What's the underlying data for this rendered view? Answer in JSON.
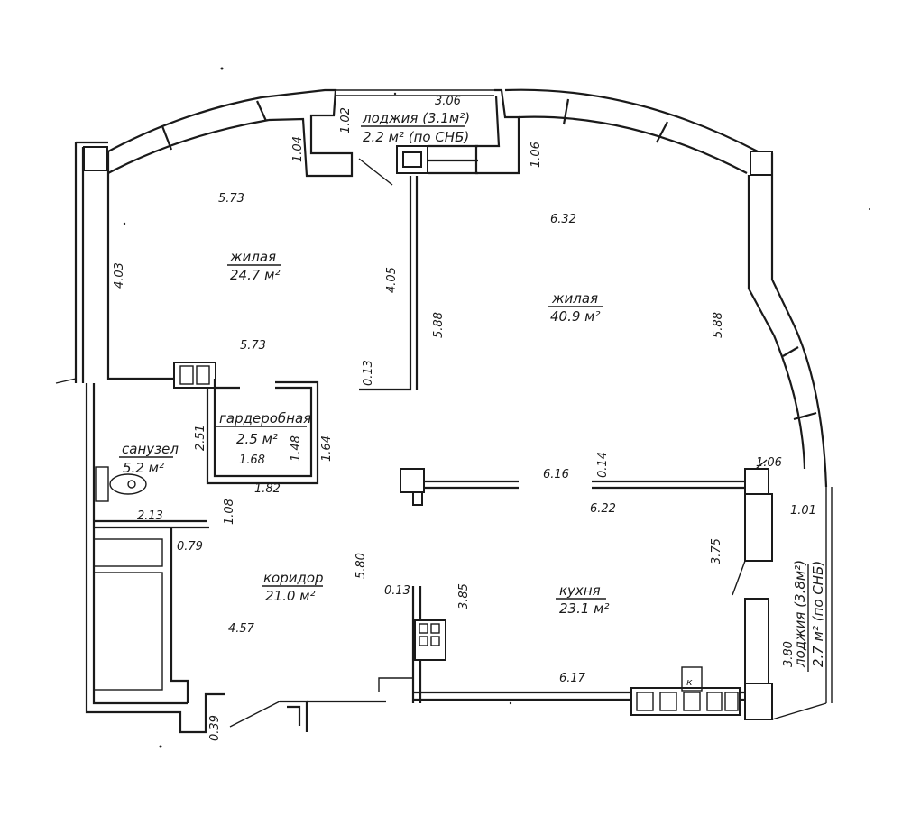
{
  "rooms": {
    "living_left": {
      "name": "жилая",
      "area": "24.7 м²"
    },
    "living_right": {
      "name": "жилая",
      "area": "40.9 м²"
    },
    "wardrobe": {
      "name": "гардеробная",
      "area": "2.5 м²"
    },
    "bathroom": {
      "name": "санузел",
      "area": "5.2 м²"
    },
    "corridor": {
      "name": "коридор",
      "area": "21.0 м²"
    },
    "kitchen": {
      "name": "кухня",
      "area": "23.1 м²"
    },
    "loggia_top": {
      "name": "лоджия (3.1м²)",
      "area": "2.2 м² (по СНБ)"
    },
    "loggia_right": {
      "name": "лоджия (3.8м²)",
      "area": "2.7 м² (по СНБ)"
    }
  },
  "dimensions": {
    "d_3_06": "3.06",
    "d_1_02": "1.02",
    "d_1_04": "1.04",
    "d_1_06_top": "1.06",
    "d_5_73_top": "5.73",
    "d_6_32": "6.32",
    "d_4_03": "4.03",
    "d_4_05": "4.05",
    "d_5_88_mid": "5.88",
    "d_5_88_right": "5.88",
    "d_5_73_bottom": "5.73",
    "d_0_13_a": "0.13",
    "d_2_51": "2.51",
    "d_1_48": "1.48",
    "d_1_64": "1.64",
    "d_1_68": "1.68",
    "d_1_82": "1.82",
    "d_6_16": "6.16",
    "d_0_14": "0.14",
    "d_1_06_right": "1.06",
    "d_6_22": "6.22",
    "d_1_01": "1.01",
    "d_2_13": "2.13",
    "d_1_08": "1.08",
    "d_0_79": "0.79",
    "d_5_80": "5.80",
    "d_0_13_b": "0.13",
    "d_3_85": "3.85",
    "d_3_75": "3.75",
    "d_3_80": "3.80",
    "d_4_57": "4.57",
    "d_6_17": "6.17",
    "d_0_39": "0.39"
  },
  "marks": {
    "k": "к"
  }
}
